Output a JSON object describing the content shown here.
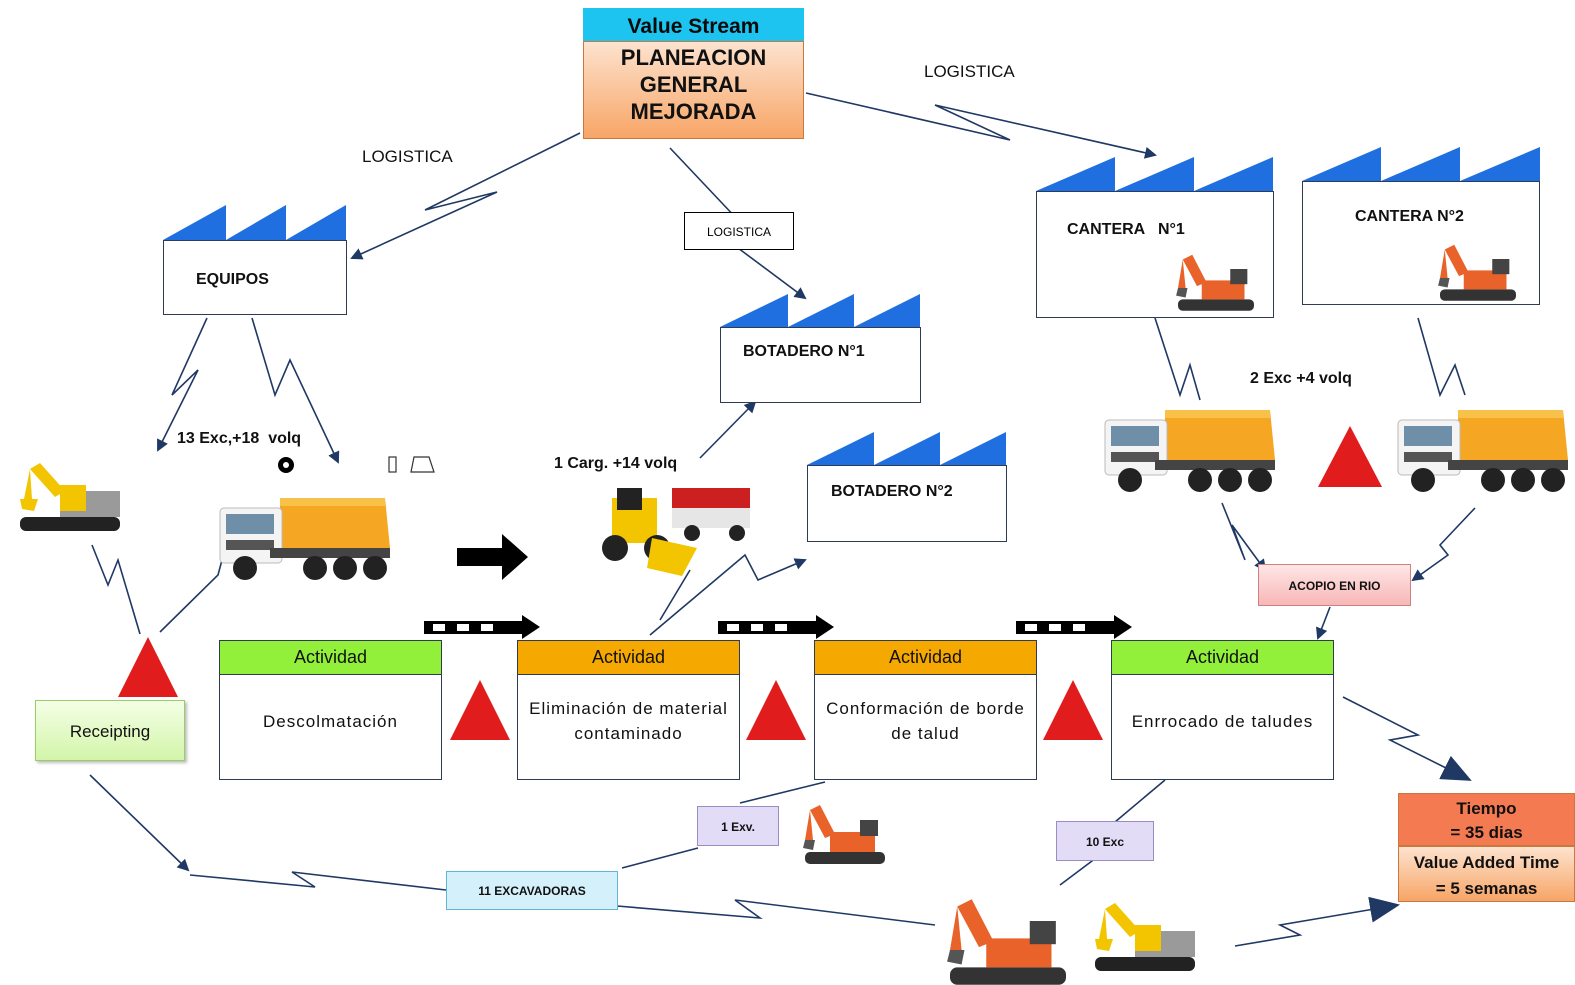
{
  "header": {
    "value_stream_label": "Value Stream",
    "title_lines": [
      "PLANEACION",
      "GENERAL",
      "MEJORADA"
    ]
  },
  "logistics": {
    "left": "LOGISTICA",
    "right": "LOGISTICA",
    "center_box": "LOGISTICA"
  },
  "facilities": {
    "equipos": "EQUIPOS",
    "botadero1": "BOTADERO N°1",
    "botadero2": "BOTADERO N°2",
    "cantera1": "CANTERA   N°1",
    "cantera2": "CANTERA N°2"
  },
  "fleet_labels": {
    "equipos_fleet": "13 Exc,+18  volq",
    "loader_fleet": "1 Carg. +14 volq",
    "cantera_fleet": "2 Exc +4 volq"
  },
  "activities": [
    {
      "header": "Actividad",
      "text": "Descolmatación",
      "header_color": "#92f03a"
    },
    {
      "header": "Actividad",
      "text": "Eliminación de material contaminado",
      "header_color": "#f5a800"
    },
    {
      "header": "Actividad",
      "text": "Conformación de borde de  talud",
      "header_color": "#f5a800"
    },
    {
      "header": "Actividad",
      "text": "Enrrocado de taludes",
      "header_color": "#92f03a"
    }
  ],
  "receipting": "Receipting",
  "acopio": "ACOPIO  EN RIO",
  "excavator_boxes": {
    "one": "1 Exv.",
    "ten": "10 Exc",
    "eleven": "11 EXCAVADORAS"
  },
  "summary": {
    "tiempo": [
      "Tiempo",
      "= 35 dias"
    ],
    "value_added": [
      "Value Added Time",
      "= 5 semanas"
    ]
  },
  "colors": {
    "accent_blue": "#1f6fe0",
    "warning_red": "#e01c1c",
    "arrow_navy": "#1f3864"
  }
}
